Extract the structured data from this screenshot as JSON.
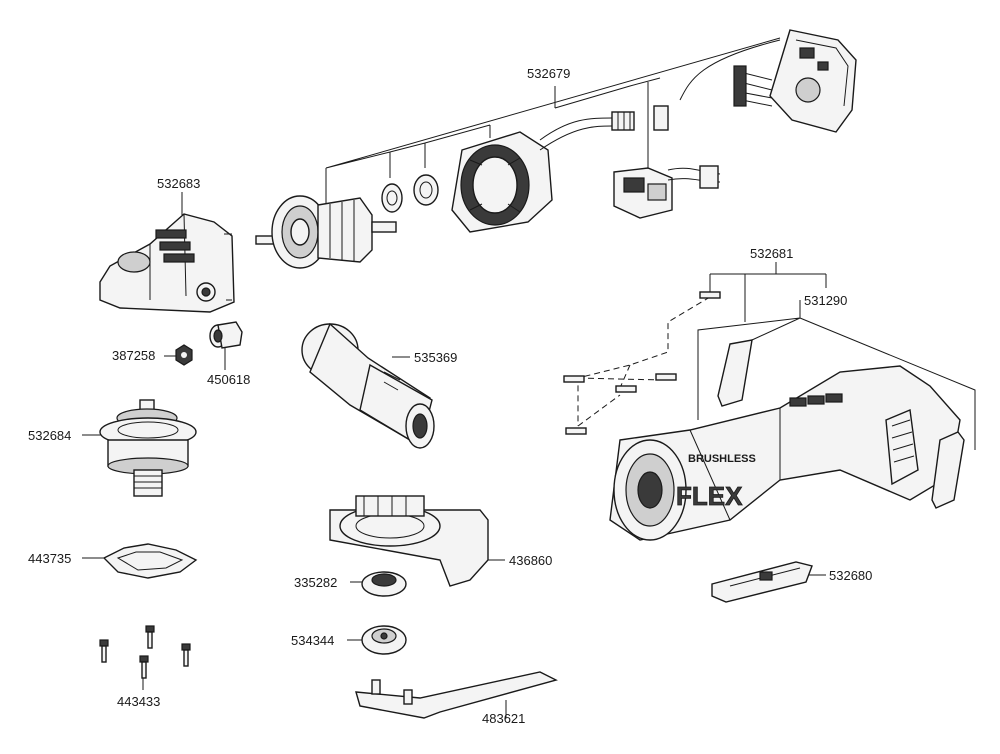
{
  "parts": {
    "p532679": "532679",
    "p532683": "532683",
    "p532681": "532681",
    "p531290": "531290",
    "p387258": "387258",
    "p450618": "450618",
    "p535369": "535369",
    "p532684": "532684",
    "p443735": "443735",
    "p436860": "436860",
    "p335282": "335282",
    "p532680": "532680",
    "p534344": "534344",
    "p443433": "443433",
    "p483621": "483621"
  },
  "branding": {
    "housing_text": "BRUSHLESS",
    "logo": "FLEX"
  },
  "colors": {
    "line": "#1a1a1a",
    "fill": "#f4f4f4",
    "dark": "#3a3a3a"
  }
}
